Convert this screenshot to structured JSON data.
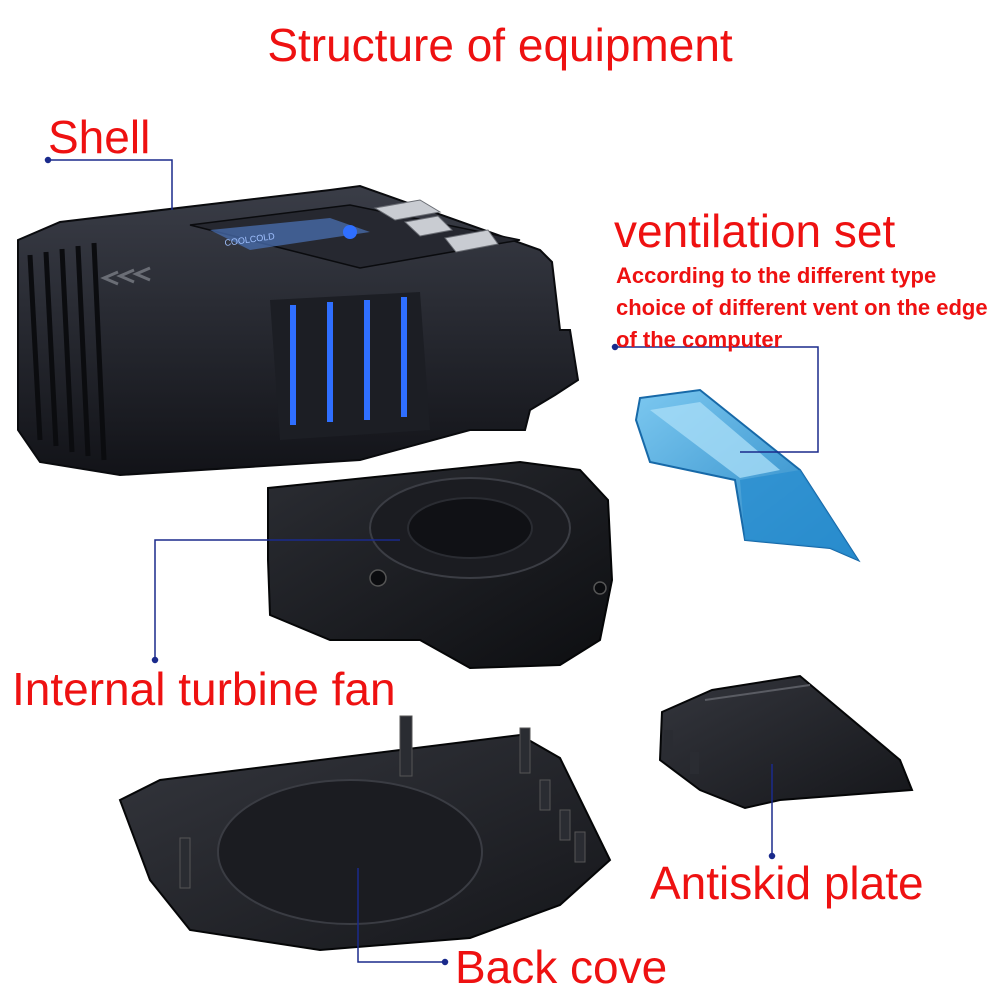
{
  "title": "Structure of equipment",
  "parts": {
    "shell": "Shell",
    "ventilation_set": "ventilation set",
    "ventilation_desc": "According to the different type choice of different vent on the edge of the computer",
    "internal_fan": "Internal turbine fan",
    "antiskid_plate": "Antiskid plate",
    "back_cover": "Back cove"
  },
  "device_display": {
    "brand": "COOLCOLD"
  },
  "colors": {
    "label_red": "#ee1111",
    "leader_line_blue": "#1a2a8c",
    "vent_blue": "#3aa0d8",
    "plastic_black": "#1a1c22",
    "accent_blue": "#2f6fff"
  }
}
